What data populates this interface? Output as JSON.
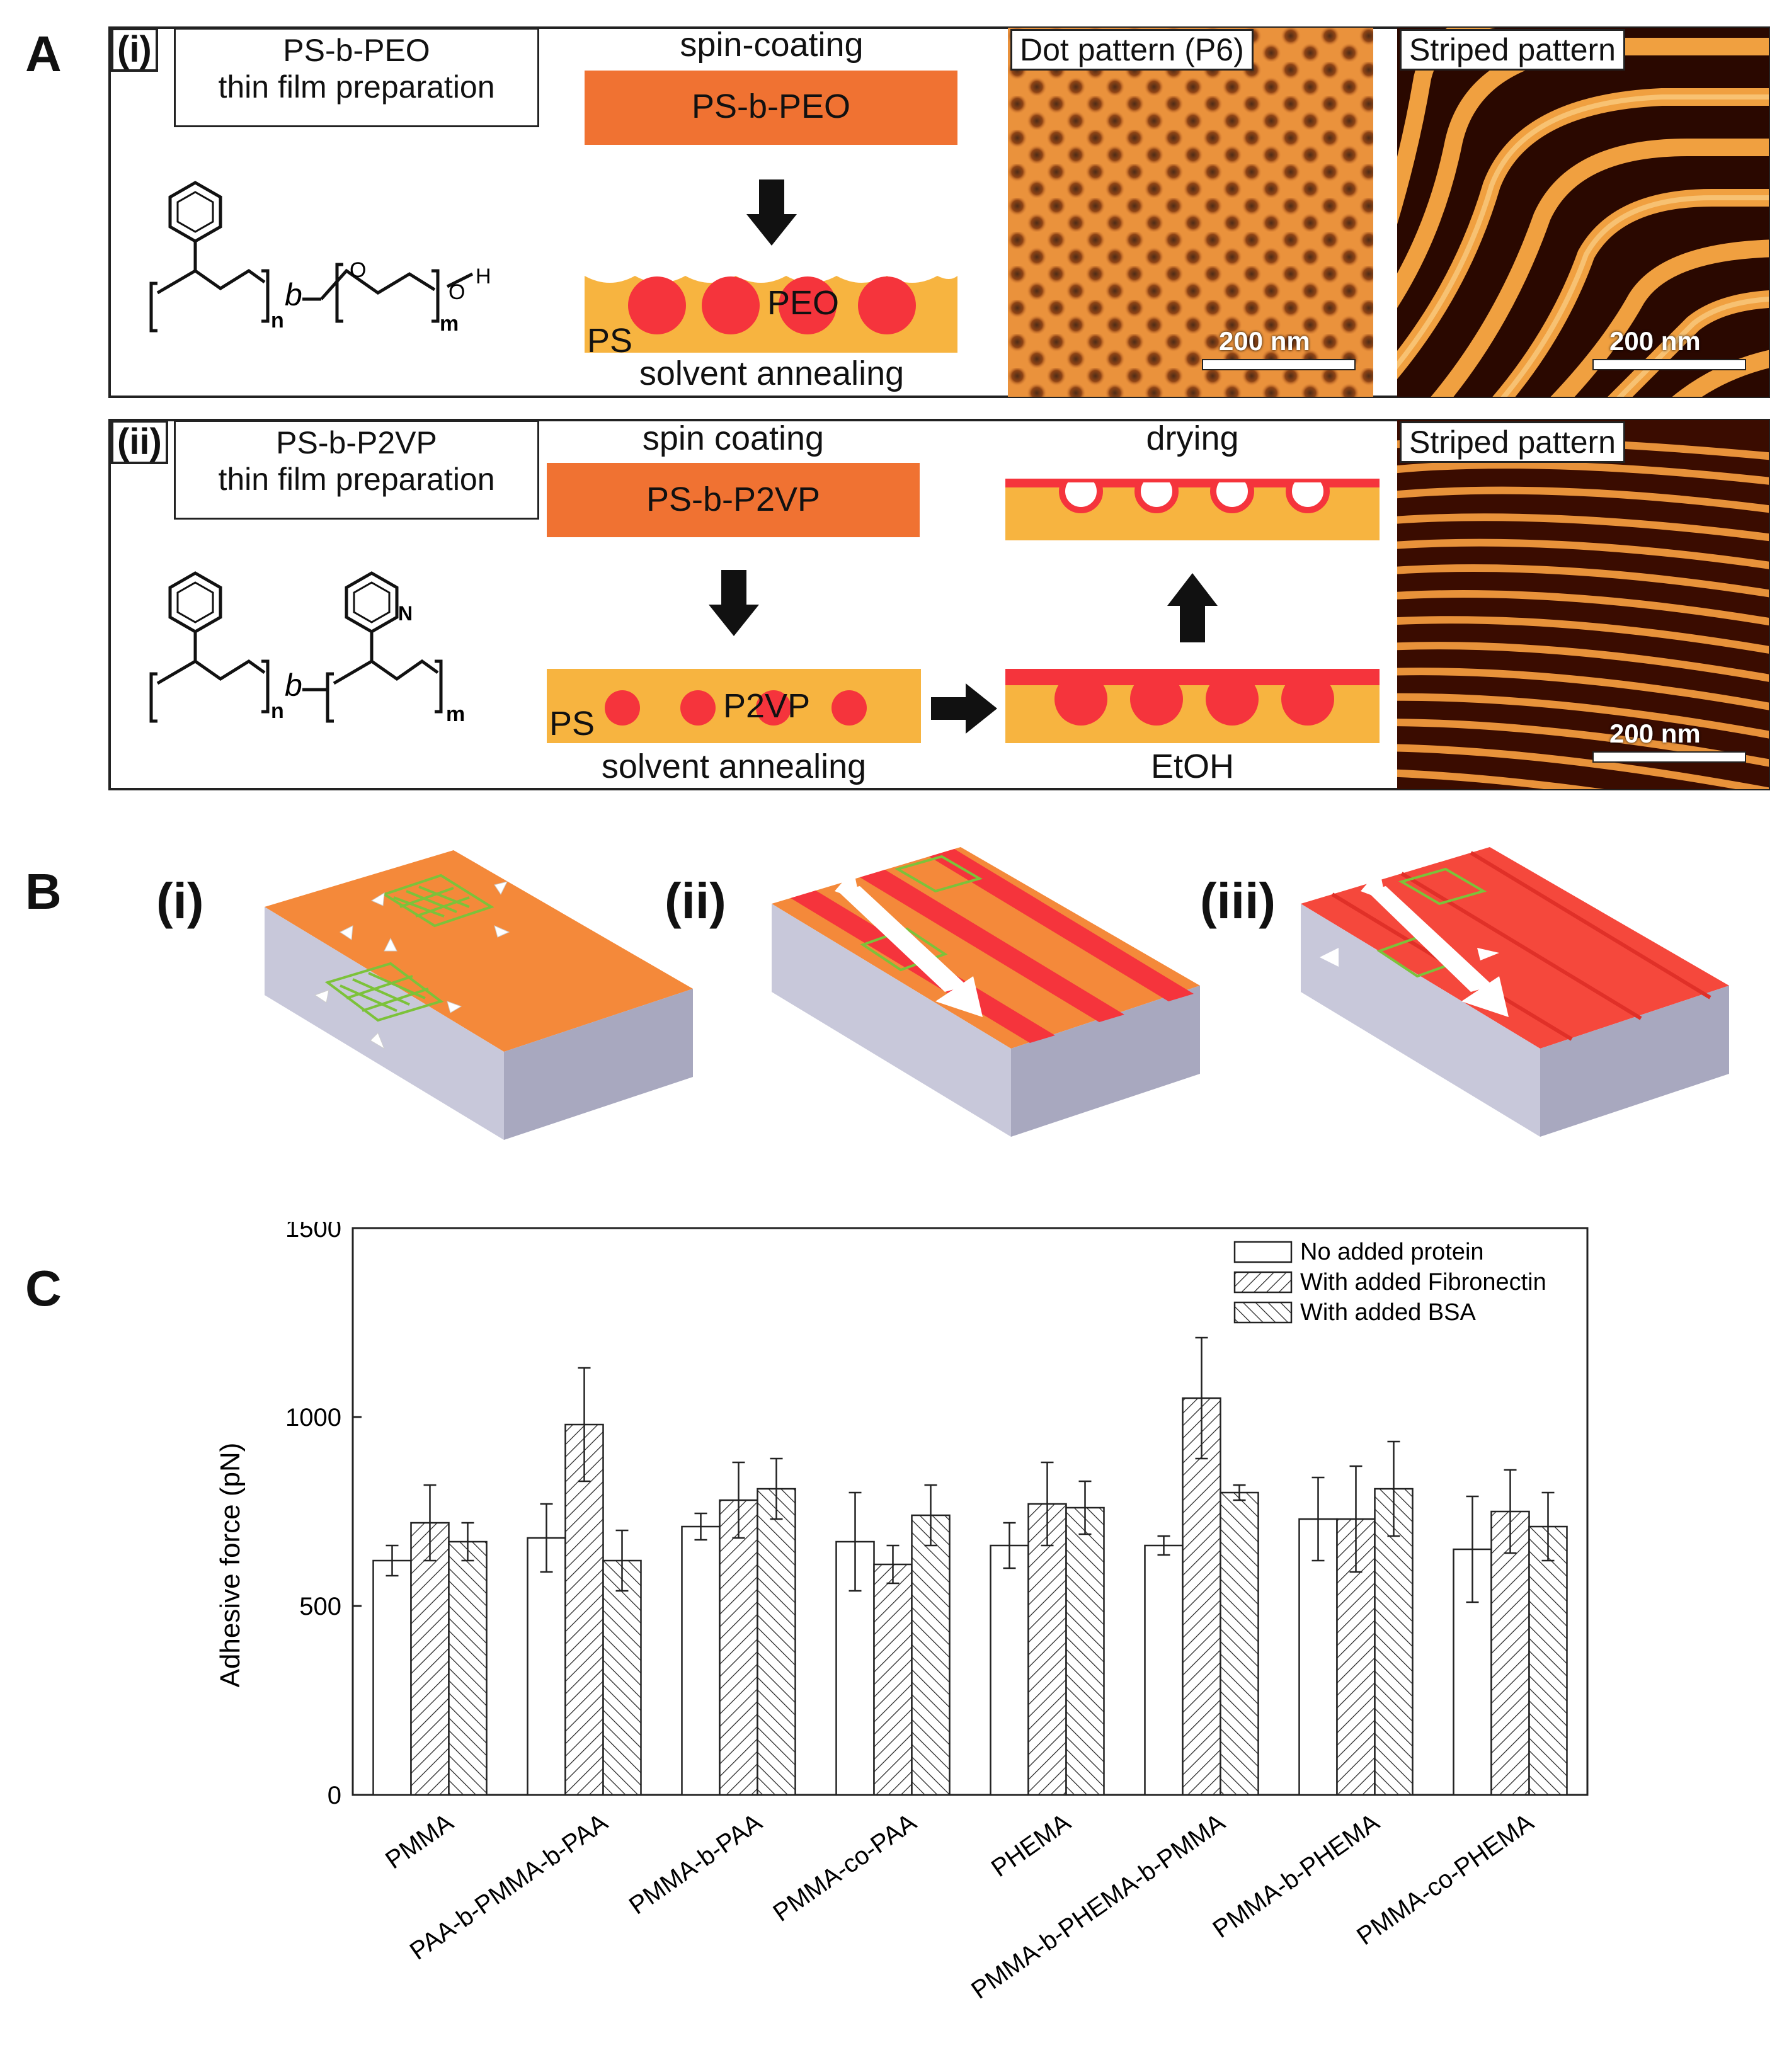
{
  "panelA": {
    "letter": "A",
    "row1": {
      "tag": "(i)",
      "title_line1": "PS-b-PEO",
      "title_line2": "thin film preparation",
      "spin_label": "spin-coating",
      "film_label": "PS-b-PEO",
      "ps_label": "PS",
      "domain_label": "PEO",
      "anneal_label": "solvent annealing",
      "afm1_title": "Dot pattern (P6)",
      "afm1_scale": "200 nm",
      "afm2_title": "Striped pattern",
      "afm2_scale": "200 nm",
      "chem_b": "b",
      "chem_n": "n",
      "chem_m": "m",
      "chem_o": "O",
      "chem_h": "H"
    },
    "row2": {
      "tag": "(ii)",
      "title_line1": "PS-b-P2VP",
      "title_line2": "thin film preparation",
      "spin_label": "spin coating",
      "film_label": "PS-b-P2VP",
      "ps_label": "PS",
      "domain_label": "P2VP",
      "anneal_label": "solvent annealing",
      "drying_label": "drying",
      "etoh_label": "EtOH",
      "afm_title": "Striped pattern",
      "afm_scale": "200 nm",
      "chem_b": "b",
      "chem_n": "n",
      "chem_m": "m",
      "chem_N": "N"
    }
  },
  "panelB": {
    "letter": "B",
    "labels": [
      "(i)",
      "(ii)",
      "(iii)"
    ]
  },
  "panelC": {
    "letter": "C",
    "chart_data": {
      "type": "bar",
      "ylabel": "Adhesive force (pN)",
      "ylim": [
        0,
        1500
      ],
      "yticks": [
        "0",
        "500",
        "1000",
        "1500"
      ],
      "categories": [
        "PMMA",
        "PAA-b-PMMA-b-PAA",
        "PMMA-b-PAA",
        "PMMA-co-PAA",
        "PHEMA",
        "PMMA-b-PHEMA-b-PMMA",
        "PMMA-b-PHEMA",
        "PMMA-co-PHEMA"
      ],
      "series": [
        {
          "name": "No added protein",
          "values": [
            620,
            680,
            710,
            670,
            660,
            660,
            730,
            650
          ],
          "errors": [
            40,
            90,
            35,
            130,
            60,
            25,
            110,
            140
          ]
        },
        {
          "name": "With added Fibronectin",
          "values": [
            720,
            980,
            780,
            610,
            770,
            1050,
            730,
            750
          ],
          "errors": [
            100,
            150,
            100,
            50,
            110,
            160,
            140,
            110
          ]
        },
        {
          "name": "With added BSA",
          "values": [
            670,
            620,
            810,
            740,
            760,
            800,
            810,
            710
          ],
          "errors": [
            50,
            80,
            80,
            80,
            70,
            20,
            125,
            90
          ]
        }
      ],
      "legend_position": "top-right",
      "grid": false
    }
  },
  "colors": {
    "orange": "#f07232",
    "light_orange": "#f7b440",
    "red": "#f5343c",
    "substrate": "#c9c9d8",
    "green": "#7cc23a"
  }
}
